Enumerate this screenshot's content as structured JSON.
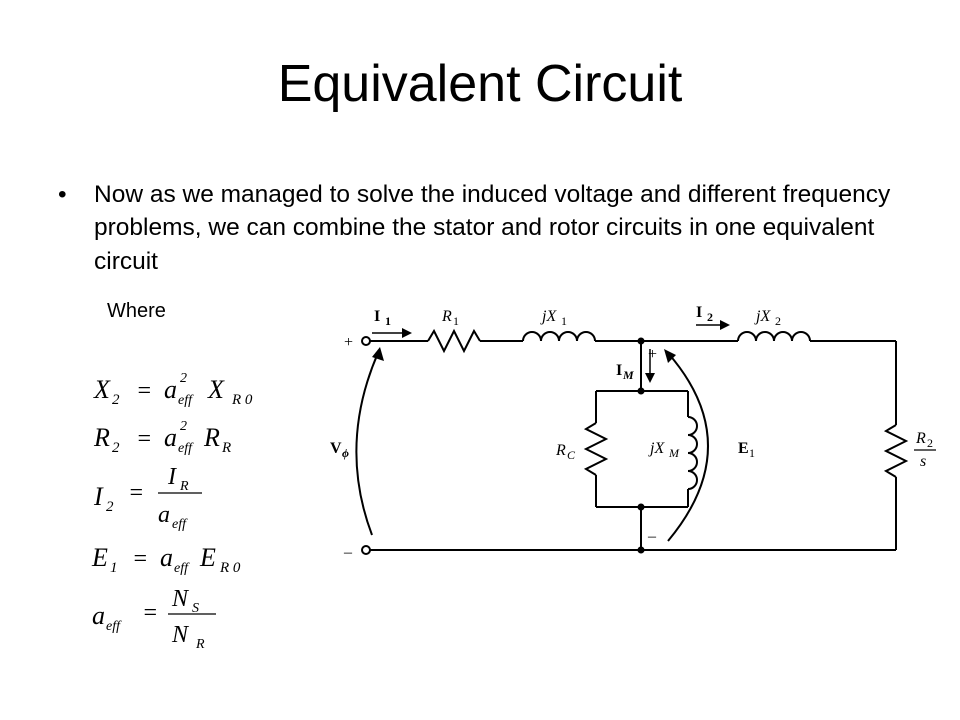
{
  "slide": {
    "title": "Equivalent Circuit",
    "bullet_symbol": "•",
    "bullet_text": "Now as we managed to solve the induced voltage and different frequency problems, we can combine the stator and rotor circuits in one equivalent circuit",
    "where_label": "Where"
  },
  "equations": {
    "eq1": {
      "lhs": "X",
      "lhs_sub": "2",
      "eq": "=",
      "a": "a",
      "a_sup": "2",
      "a_sub": "eff",
      "rhs": "X",
      "rhs_sub": "R 0"
    },
    "eq2": {
      "lhs": "R",
      "lhs_sub": "2",
      "eq": "=",
      "a": "a",
      "a_sup": "2",
      "a_sub": "eff",
      "rhs": "R",
      "rhs_sub": "R"
    },
    "eq3": {
      "lhs": "I",
      "lhs_sub": "2",
      "eq": "=",
      "num": "I",
      "num_sub": "R",
      "den": "a",
      "den_sub": "eff"
    },
    "eq4": {
      "lhs": "E",
      "lhs_sub": "1",
      "eq": "=",
      "a": "a",
      "a_sub": "eff",
      "rhs": "E",
      "rhs_sub": "R 0"
    },
    "eq5": {
      "lhs": "a",
      "lhs_sub": "eff",
      "eq": "=",
      "num": "N",
      "num_sub": "S",
      "den": "N",
      "den_sub": "R"
    }
  },
  "circuit": {
    "I1": "I",
    "I1_sub": "1",
    "R1": "R",
    "R1_sub": "1",
    "jX1": "jX",
    "jX1_sub": "1",
    "I2": "I",
    "I2_sub": "2",
    "jX2": "jX",
    "jX2_sub": "2",
    "IM": "I",
    "IM_sub": "M",
    "RC": "R",
    "RC_sub": "C",
    "jXM": "jX",
    "jXM_sub": "M",
    "E1": "E",
    "E1_sub": "1",
    "Vphi": "V",
    "Vphi_sub": "ϕ",
    "R2s_num": "R",
    "R2s_num_sub": "2",
    "R2s_den": "s",
    "plus": "+",
    "minus": "–"
  }
}
